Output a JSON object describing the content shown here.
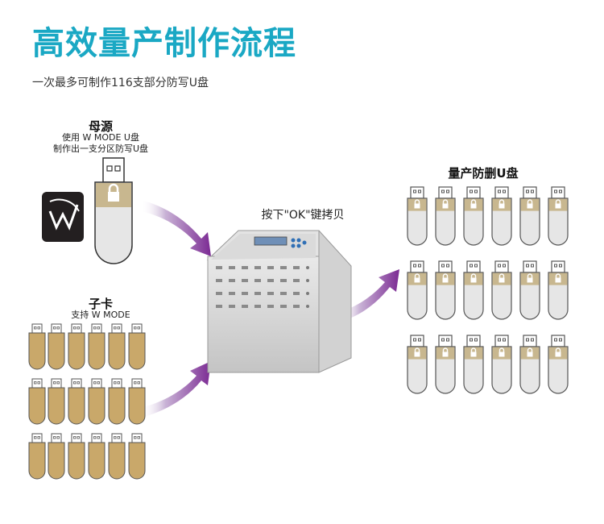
{
  "header": {
    "title": "高效量产制作流程",
    "subtitle": "一次最多可制作116支部分防写U盘"
  },
  "master": {
    "title": "母源",
    "line1": "使用 W MODE U盘",
    "line2": "制作出一支分区防写U盘"
  },
  "sub_card": {
    "title": "子卡",
    "line1": "支持 W MODE"
  },
  "duplicator": {
    "instruction": "按下\"OK\"键拷贝"
  },
  "output": {
    "title": "量产防删U盘"
  },
  "colors": {
    "title": "#1aa8c4",
    "arrow": "#7b2a93",
    "gold": "#c9a86a",
    "tan_band": "#c8b78f",
    "machine": "#cfcfcf"
  },
  "icons": {
    "logo": "w-mode-logo-icon",
    "lock": "lock-icon"
  }
}
